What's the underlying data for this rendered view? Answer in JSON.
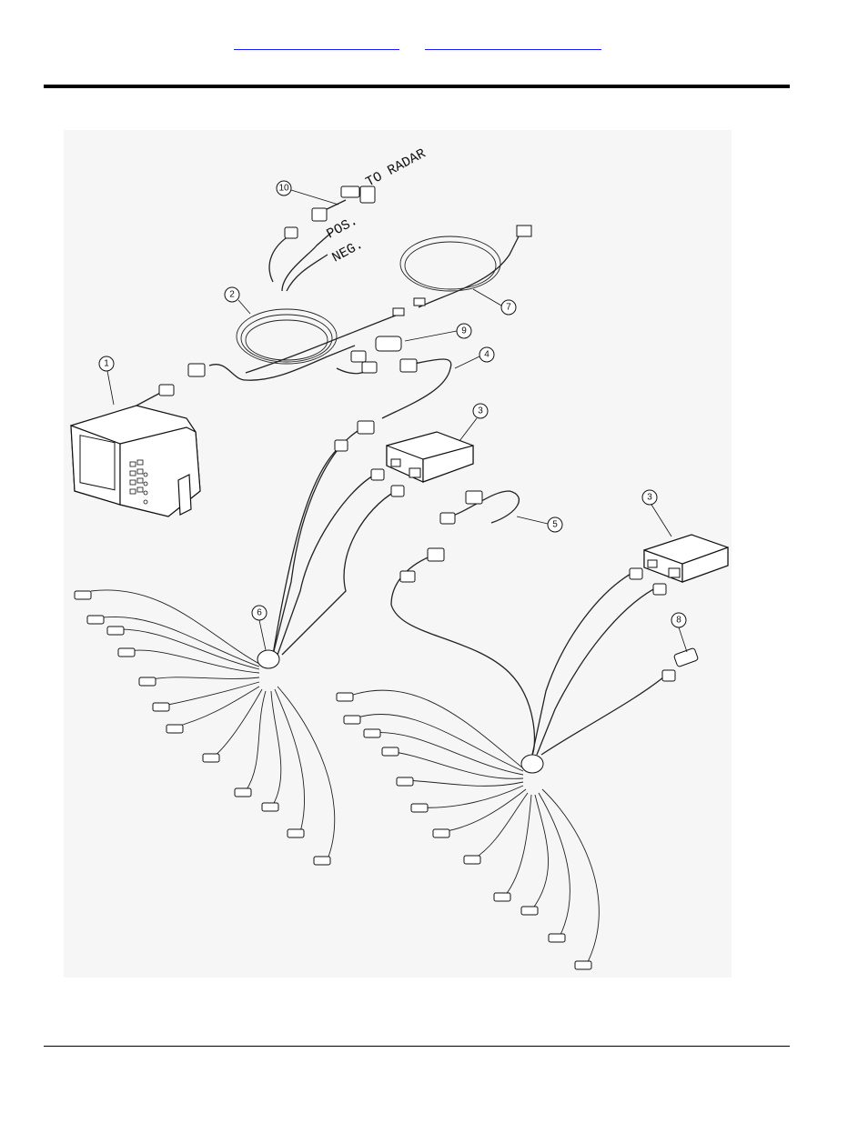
{
  "header": {
    "link_1": "",
    "link_2": ""
  },
  "drawing": {
    "labels": {
      "to_radar": "TO RADAR",
      "pos": "POS.",
      "neg": "NEG."
    },
    "callouts": [
      "1",
      "2",
      "3",
      "3",
      "4",
      "5",
      "6",
      "7",
      "8",
      "9",
      "10"
    ]
  }
}
